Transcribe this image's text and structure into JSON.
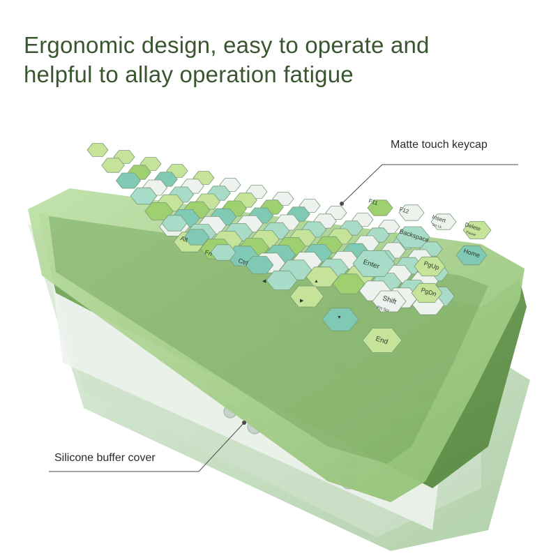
{
  "headline": {
    "line1": "Ergonomic design, easy to operate and",
    "line2": "helpful to allay operation fatigue"
  },
  "callouts": {
    "keycap": "Matte touch keycap",
    "silicone": "Silicone buffer cover"
  },
  "keys": {
    "f11": "F11",
    "f12": "F12",
    "insert": "Insert",
    "insert_sub": "Scr Lk",
    "delete": "Delete",
    "delete_sub": "Pause",
    "backspace": "Backspace",
    "home": "Home",
    "enter": "Enter",
    "pgup": "PgUp",
    "pgdn": "PgDn",
    "shift": "Shift",
    "shift_sub": "Prt Scr",
    "end": "End",
    "alt": "Alt",
    "fn": "Fn",
    "ctrl": "Ctrl",
    "up": "▲",
    "down": "▼",
    "left": "◀",
    "right": "▶"
  },
  "colors": {
    "headline": "#3a5630",
    "frame_outer": "#a8cf92",
    "frame_inner": "#6f9a58",
    "key_white": "#eef2ee",
    "key_mint": "#a9dcc8",
    "key_light_green": "#c6e39a",
    "key_green": "#9fd06f",
    "key_teal": "#7fc9b5"
  }
}
